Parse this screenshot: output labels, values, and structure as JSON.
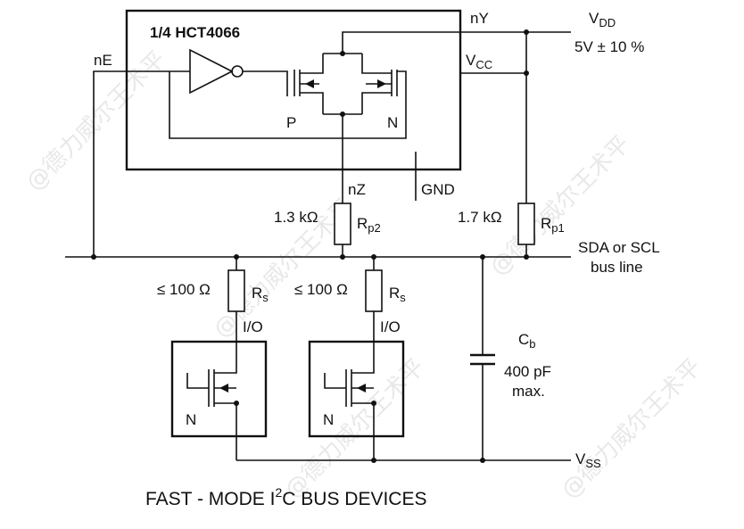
{
  "ic": {
    "part_label": "1/4 HCT4066",
    "pin_nY": "nY",
    "pin_nE": "nE",
    "pin_nZ": "nZ",
    "pin_vcc_main": "V",
    "pin_vcc_sub": "CC",
    "pin_gnd": "GND",
    "fet_p": "P",
    "fet_n": "N"
  },
  "supply": {
    "vdd_main": "V",
    "vdd_sub": "DD",
    "vdd_value": "5V ± 10 %",
    "vss_main": "V",
    "vss_sub": "SS"
  },
  "resistors": {
    "rp2_value": "1.3 kΩ",
    "rp2_main": "R",
    "rp2_sub": "p2",
    "rp1_value": "1.7 kΩ",
    "rp1_main": "R",
    "rp1_sub": "p1",
    "rs1_value": "≤ 100 Ω",
    "rs1_main": "R",
    "rs1_sub": "s",
    "rs2_value": "≤ 100 Ω",
    "rs2_main": "R",
    "rs2_sub": "s"
  },
  "bus": {
    "label_line1": "SDA or SCL",
    "label_line2": "bus line"
  },
  "capacitor": {
    "main": "C",
    "sub": "b",
    "value_line1": "400 pF",
    "value_line2": "max."
  },
  "devices": {
    "io1": "I/O",
    "io2": "I/O",
    "n1": "N",
    "n2": "N"
  },
  "title": {
    "prefix": "FAST - MODE  I",
    "sup": "2",
    "suffix": "C BUS  DEVICES"
  },
  "watermark": "@德力威尔王术平"
}
